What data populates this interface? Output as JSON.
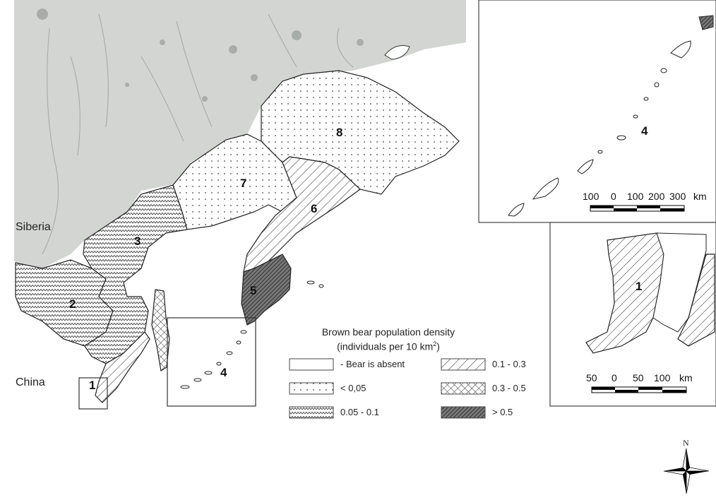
{
  "place_labels": {
    "siberia": "Siberia",
    "china": "China"
  },
  "regions": [
    "1",
    "2",
    "3",
    "4",
    "5",
    "6",
    "7",
    "8"
  ],
  "legend": {
    "title_line1": "Brown bear population density",
    "title_line2_pre": "(individuals per 10 km",
    "title_line2_sup": "2",
    "title_line2_post": ")",
    "items": [
      {
        "label": "- Bear is absent",
        "pattern": "none"
      },
      {
        "label": "< 0,05",
        "pattern": "dots"
      },
      {
        "label": "0.05 - 0.1",
        "pattern": "waves"
      },
      {
        "label": "0.1 - 0.3",
        "pattern": "diagonal"
      },
      {
        "label": "0.3 - 0.5",
        "pattern": "crosshatch"
      },
      {
        "label": "> 0.5",
        "pattern": "dense-diagonal"
      }
    ]
  },
  "inset_top": {
    "region_label": "4",
    "scale_ticks": [
      "100",
      "0",
      "100",
      "200",
      "300"
    ],
    "scale_unit": "km"
  },
  "inset_bottom": {
    "region_label": "1",
    "scale_ticks": [
      "50",
      "0",
      "50",
      "100"
    ],
    "scale_unit": "km"
  },
  "north_arrow": {
    "label": "N",
    "icon": "compass-rose-icon"
  },
  "colors": {
    "land_gray": "#d3d5d3",
    "water_gray": "#a9adaa",
    "dark_hatch": "#555555"
  }
}
